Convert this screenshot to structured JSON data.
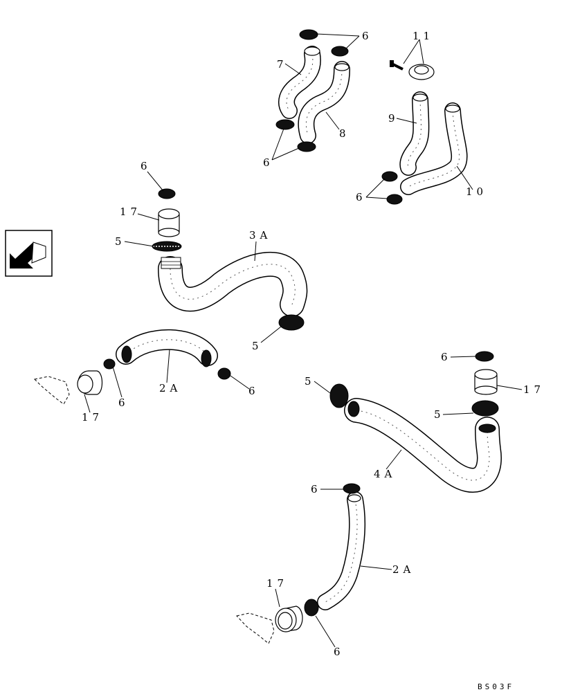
{
  "callouts": {
    "c6a": "6",
    "c11": "11",
    "c7": "7",
    "c9": "9",
    "c8": "8",
    "c6b": "6",
    "c10": "10",
    "c6c": "6",
    "c6d": "6",
    "c17a": "17",
    "c5a": "5",
    "c3A": "3A",
    "c5b": "5",
    "c6e": "6",
    "c2Aa": "2A",
    "c6f": "6",
    "c17b": "17",
    "c6g": "6",
    "c17c": "17",
    "c5c": "5",
    "c5d": "5",
    "c4A": "4A",
    "c6h": "6",
    "c2Ab": "2A",
    "c17d": "17",
    "c6i": "6"
  },
  "drawing_code": "BS03F",
  "icons": {
    "orientation": "direction-arrow-icon"
  }
}
